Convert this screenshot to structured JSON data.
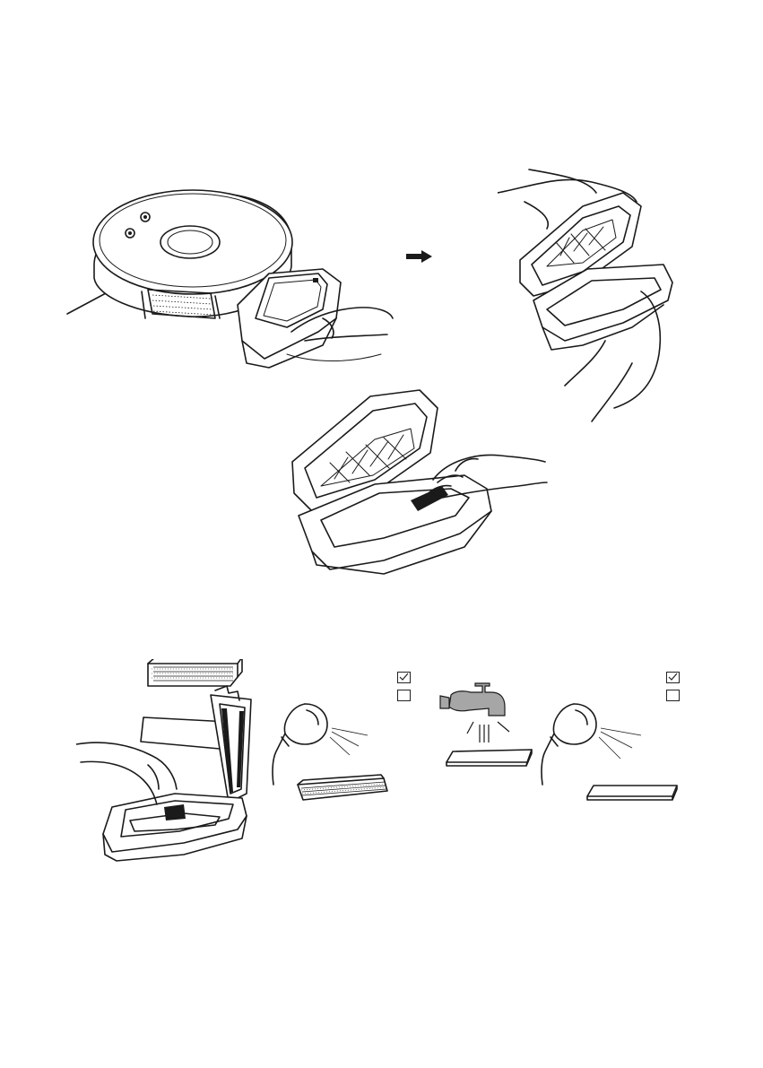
{
  "page": {
    "background": "#ffffff",
    "line_color": "#1a1a1a",
    "tap_color": "#a6a6a6"
  },
  "icons": {
    "arrow": "arrow-right-icon",
    "check": "checkmark-icon",
    "tap": "water-tap-icon",
    "dryer": "hair-dryer-icon"
  },
  "checkboxes": [
    {
      "group": "dryer-on-sponge-filter",
      "checked": true
    },
    {
      "group": "dryer-on-sponge-filter",
      "checked": false
    },
    {
      "group": "dryer-on-washed-pad",
      "checked": true
    },
    {
      "group": "dryer-on-washed-pad",
      "checked": false
    }
  ]
}
